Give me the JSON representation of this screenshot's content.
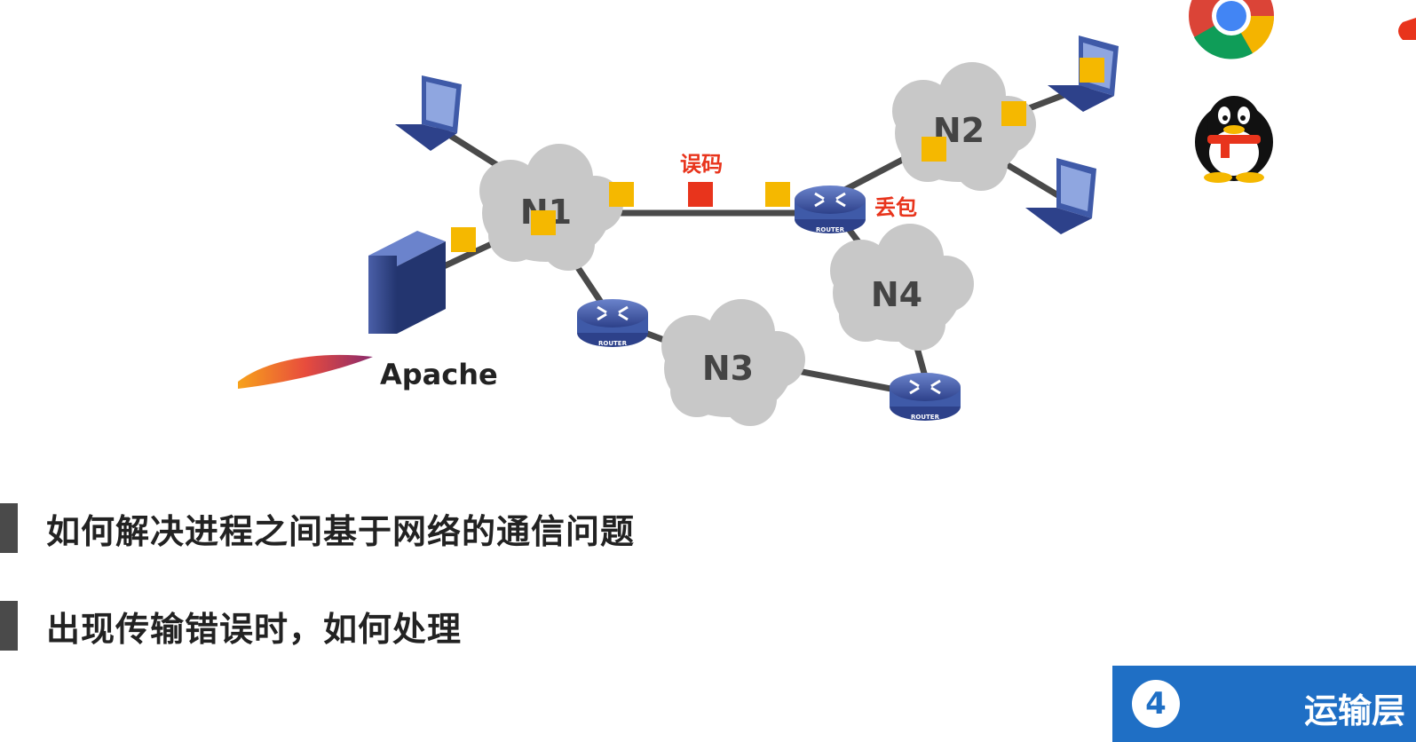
{
  "diagram": {
    "networks": [
      "N1",
      "N2",
      "N3",
      "N4"
    ],
    "router_label": "ROUTER",
    "server_software_label": "Apache",
    "error_label": "误码",
    "drop_label": "丢包"
  },
  "bullets": [
    "如何解决进程之间基于网络的通信问题",
    "出现传输错误时，如何处理"
  ],
  "badge": {
    "number": "4",
    "title": "运输层"
  },
  "colors": {
    "cloud": "#c8c8c8",
    "link": "#4a4a4a",
    "packet": "#f5b800",
    "error_packet": "#e8341c",
    "label_red": "#e8341c",
    "router": "#3f5aa8",
    "badge": "#1f6fc5"
  },
  "icons": [
    "laptop-icon",
    "server-icon",
    "router-icon",
    "cloud-icon",
    "apache-feather-icon",
    "chrome-icon",
    "qq-penguin-icon"
  ]
}
